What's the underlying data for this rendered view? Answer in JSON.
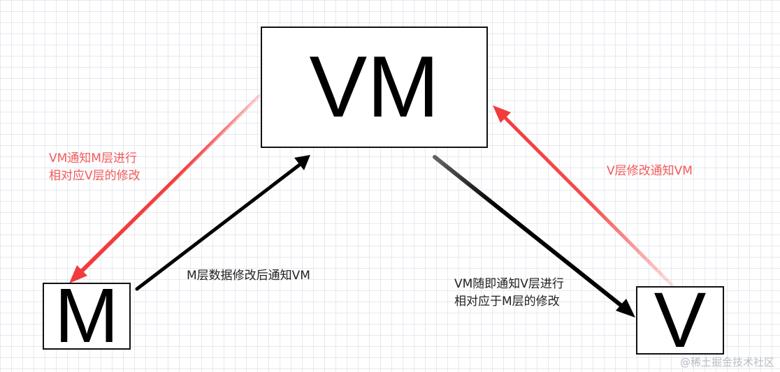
{
  "nodes": {
    "vm": "VM",
    "m": "M",
    "v": "V"
  },
  "labels": {
    "vm_to_m_line1": "VM通知M层进行",
    "vm_to_m_line2": "相对应V层的修改",
    "v_to_vm": "V层修改通知VM",
    "m_to_vm": "M层数据修改后通知VM",
    "vm_to_v_line1": "VM随即通知V层进行",
    "vm_to_v_line2": "相对应于M层的修改"
  },
  "watermark": "@稀土掘金技术社区",
  "colors": {
    "red_arrow": "#f23b3b",
    "black_arrow": "#000000",
    "red_text": "#f25a5a",
    "grid": "#e6e9ef"
  }
}
